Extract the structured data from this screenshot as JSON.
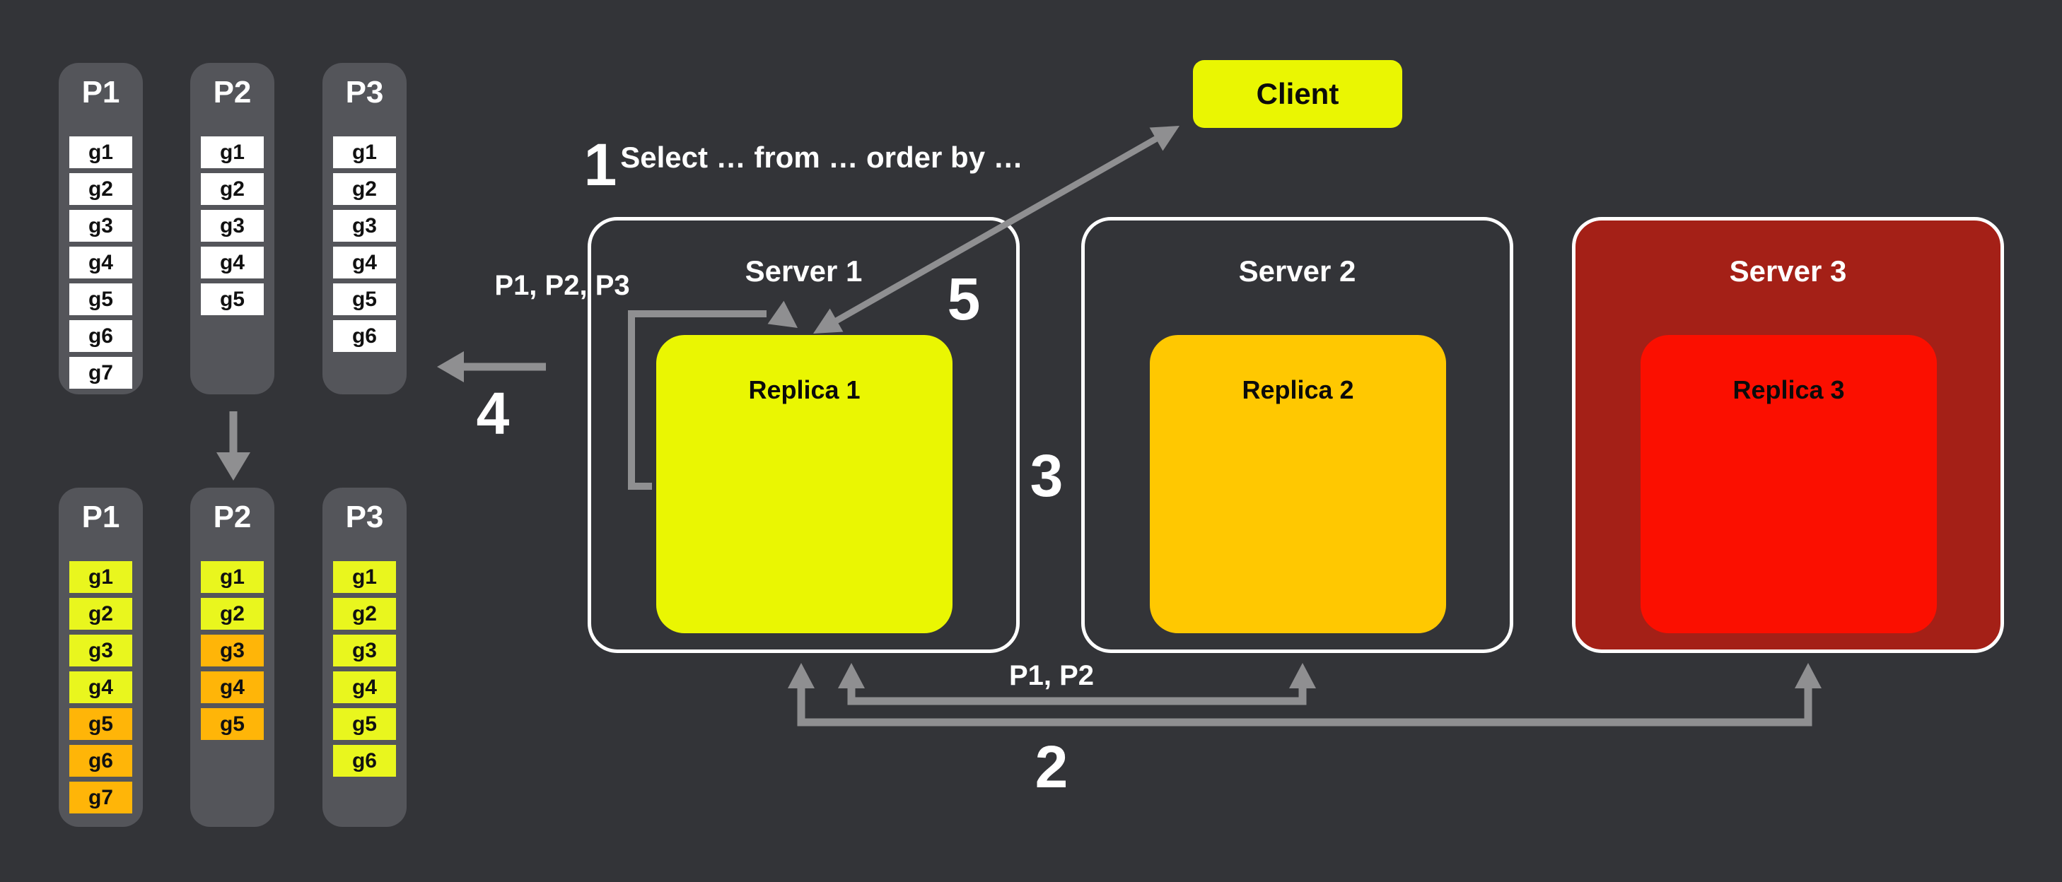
{
  "client": {
    "label": "Client"
  },
  "query_label": "Select … from … order by …",
  "steps": {
    "s1": "1",
    "s2": "2",
    "s3": "3",
    "s4": "4",
    "s5": "5"
  },
  "labels": {
    "partitions_all": "P1, P2, P3",
    "partitions_subset": "P1, P2"
  },
  "servers": [
    {
      "title": "Server 1",
      "replica_label": "Replica 1"
    },
    {
      "title": "Server 2",
      "replica_label": "Replica 2"
    },
    {
      "title": "Server 3",
      "replica_label": "Replica 3"
    }
  ],
  "arrows": [
    "partition-redistribute-arrow",
    "step4-return-arrow",
    "local-sort-loop-arrow",
    "client-query-arrow",
    "fanout-arrow-server2",
    "fanout-arrow-server3"
  ],
  "colors": {
    "background": "#333438",
    "panel_gray": "#54555a",
    "shard_white": "#ffffff",
    "yellow": "#eaf602",
    "shard_yellow": "#e9f61e",
    "shard_orange": "#ffb508",
    "amber": "#ffc801",
    "bright_red": "#fb0f00",
    "dark_red": "#a42017",
    "arrow_gray": "#8f8f91"
  },
  "partition_groups": {
    "top": [
      {
        "label": "P1",
        "items": [
          {
            "label": "g1",
            "tone": "white"
          },
          {
            "label": "g2",
            "tone": "white"
          },
          {
            "label": "g3",
            "tone": "white"
          },
          {
            "label": "g4",
            "tone": "white"
          },
          {
            "label": "g5",
            "tone": "white"
          },
          {
            "label": "g6",
            "tone": "white"
          },
          {
            "label": "g7",
            "tone": "white"
          }
        ]
      },
      {
        "label": "P2",
        "items": [
          {
            "label": "g1",
            "tone": "white"
          },
          {
            "label": "g2",
            "tone": "white"
          },
          {
            "label": "g3",
            "tone": "white"
          },
          {
            "label": "g4",
            "tone": "white"
          },
          {
            "label": "g5",
            "tone": "white"
          }
        ]
      },
      {
        "label": "P3",
        "items": [
          {
            "label": "g1",
            "tone": "white"
          },
          {
            "label": "g2",
            "tone": "white"
          },
          {
            "label": "g3",
            "tone": "white"
          },
          {
            "label": "g4",
            "tone": "white"
          },
          {
            "label": "g5",
            "tone": "white"
          },
          {
            "label": "g6",
            "tone": "white"
          }
        ]
      }
    ],
    "bottom": [
      {
        "label": "P1",
        "items": [
          {
            "label": "g1",
            "tone": "yellow"
          },
          {
            "label": "g2",
            "tone": "yellow"
          },
          {
            "label": "g3",
            "tone": "yellow"
          },
          {
            "label": "g4",
            "tone": "yellow"
          },
          {
            "label": "g5",
            "tone": "orange"
          },
          {
            "label": "g6",
            "tone": "orange"
          },
          {
            "label": "g7",
            "tone": "orange"
          }
        ]
      },
      {
        "label": "P2",
        "items": [
          {
            "label": "g1",
            "tone": "yellow"
          },
          {
            "label": "g2",
            "tone": "yellow"
          },
          {
            "label": "g3",
            "tone": "orange"
          },
          {
            "label": "g4",
            "tone": "orange"
          },
          {
            "label": "g5",
            "tone": "orange"
          }
        ]
      },
      {
        "label": "P3",
        "items": [
          {
            "label": "g1",
            "tone": "yellow"
          },
          {
            "label": "g2",
            "tone": "yellow"
          },
          {
            "label": "g3",
            "tone": "yellow"
          },
          {
            "label": "g4",
            "tone": "yellow"
          },
          {
            "label": "g5",
            "tone": "yellow"
          },
          {
            "label": "g6",
            "tone": "yellow"
          }
        ]
      }
    ]
  }
}
